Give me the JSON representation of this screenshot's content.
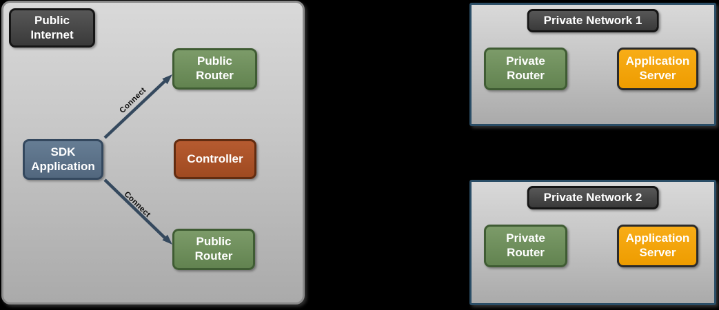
{
  "background_color": "#000000",
  "public_internet": {
    "title": "Public Internet",
    "nodes": {
      "sdk_application": {
        "label": "SDK Application",
        "fill": "#5c7289",
        "border": "#34485e"
      },
      "public_router_top": {
        "label": "Public Router",
        "fill": "#6f8f5e",
        "border": "#3f5c33"
      },
      "controller": {
        "label": "Controller",
        "fill": "#ab5229",
        "border": "#622c10"
      },
      "public_router_bottom": {
        "label": "Public Router",
        "fill": "#6f8f5e",
        "border": "#3f5c33"
      }
    },
    "connections": [
      {
        "label": "Connect",
        "from": "SDK Application",
        "to": "Public Router (top)"
      },
      {
        "label": "Connect",
        "from": "SDK Application",
        "to": "Public Router (bottom)"
      }
    ],
    "arrow_color": "#35495e"
  },
  "private_networks": [
    {
      "title": "Private Network 1",
      "nodes": {
        "private_router": {
          "label": "Private Router",
          "fill": "#6f8f5e",
          "border": "#3f5c33"
        },
        "application_server": {
          "label": "Application Server",
          "fill": "#f4a40c",
          "border": "#2b2b2b"
        }
      }
    },
    {
      "title": "Private Network 2",
      "nodes": {
        "private_router": {
          "label": "Private Router",
          "fill": "#6f8f5e",
          "border": "#3f5c33"
        },
        "application_server": {
          "label": "Application Server",
          "fill": "#f4a40c",
          "border": "#2b2b2b"
        }
      }
    }
  ],
  "panel_style": {
    "fill_top": "#d9d9d9",
    "fill_bottom": "#aaaaaa",
    "public_border": "#8a8a8a",
    "private_border": "#2a4d66",
    "label_box_fill": "#474747",
    "label_box_border": "#151515"
  }
}
